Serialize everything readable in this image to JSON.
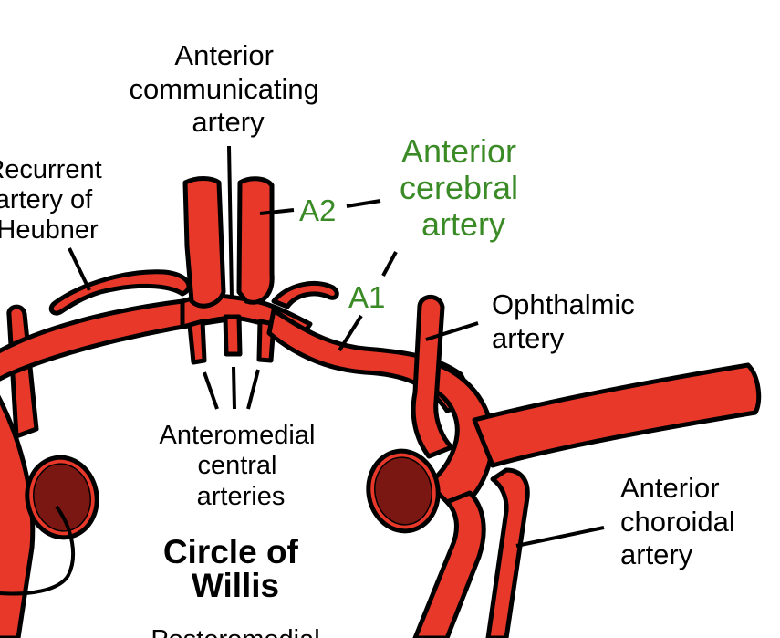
{
  "colors": {
    "vessel": "#e8382a",
    "lumen": "#7a1712",
    "outline": "#000000",
    "label_accent": "#3a8a26"
  },
  "labels": {
    "anterior_communicating": [
      "Anterior",
      "communicating",
      "artery"
    ],
    "recurrent_heubner": [
      "Recurrent",
      "artery of",
      "Heubner"
    ],
    "anterior_cerebral": [
      "Anterior",
      "cerebral",
      "artery"
    ],
    "a2": "A2",
    "a1": "A1",
    "ophthalmic": [
      "Ophthalmic",
      "artery"
    ],
    "anteromedial_central": [
      "Anteromedial",
      "central",
      "arteries"
    ],
    "circle_title": [
      "Circle of",
      "Willis"
    ],
    "anterior_choroidal": [
      "Anterior",
      "choroidal",
      "artery"
    ],
    "posteromedial": "Posteromedial"
  }
}
